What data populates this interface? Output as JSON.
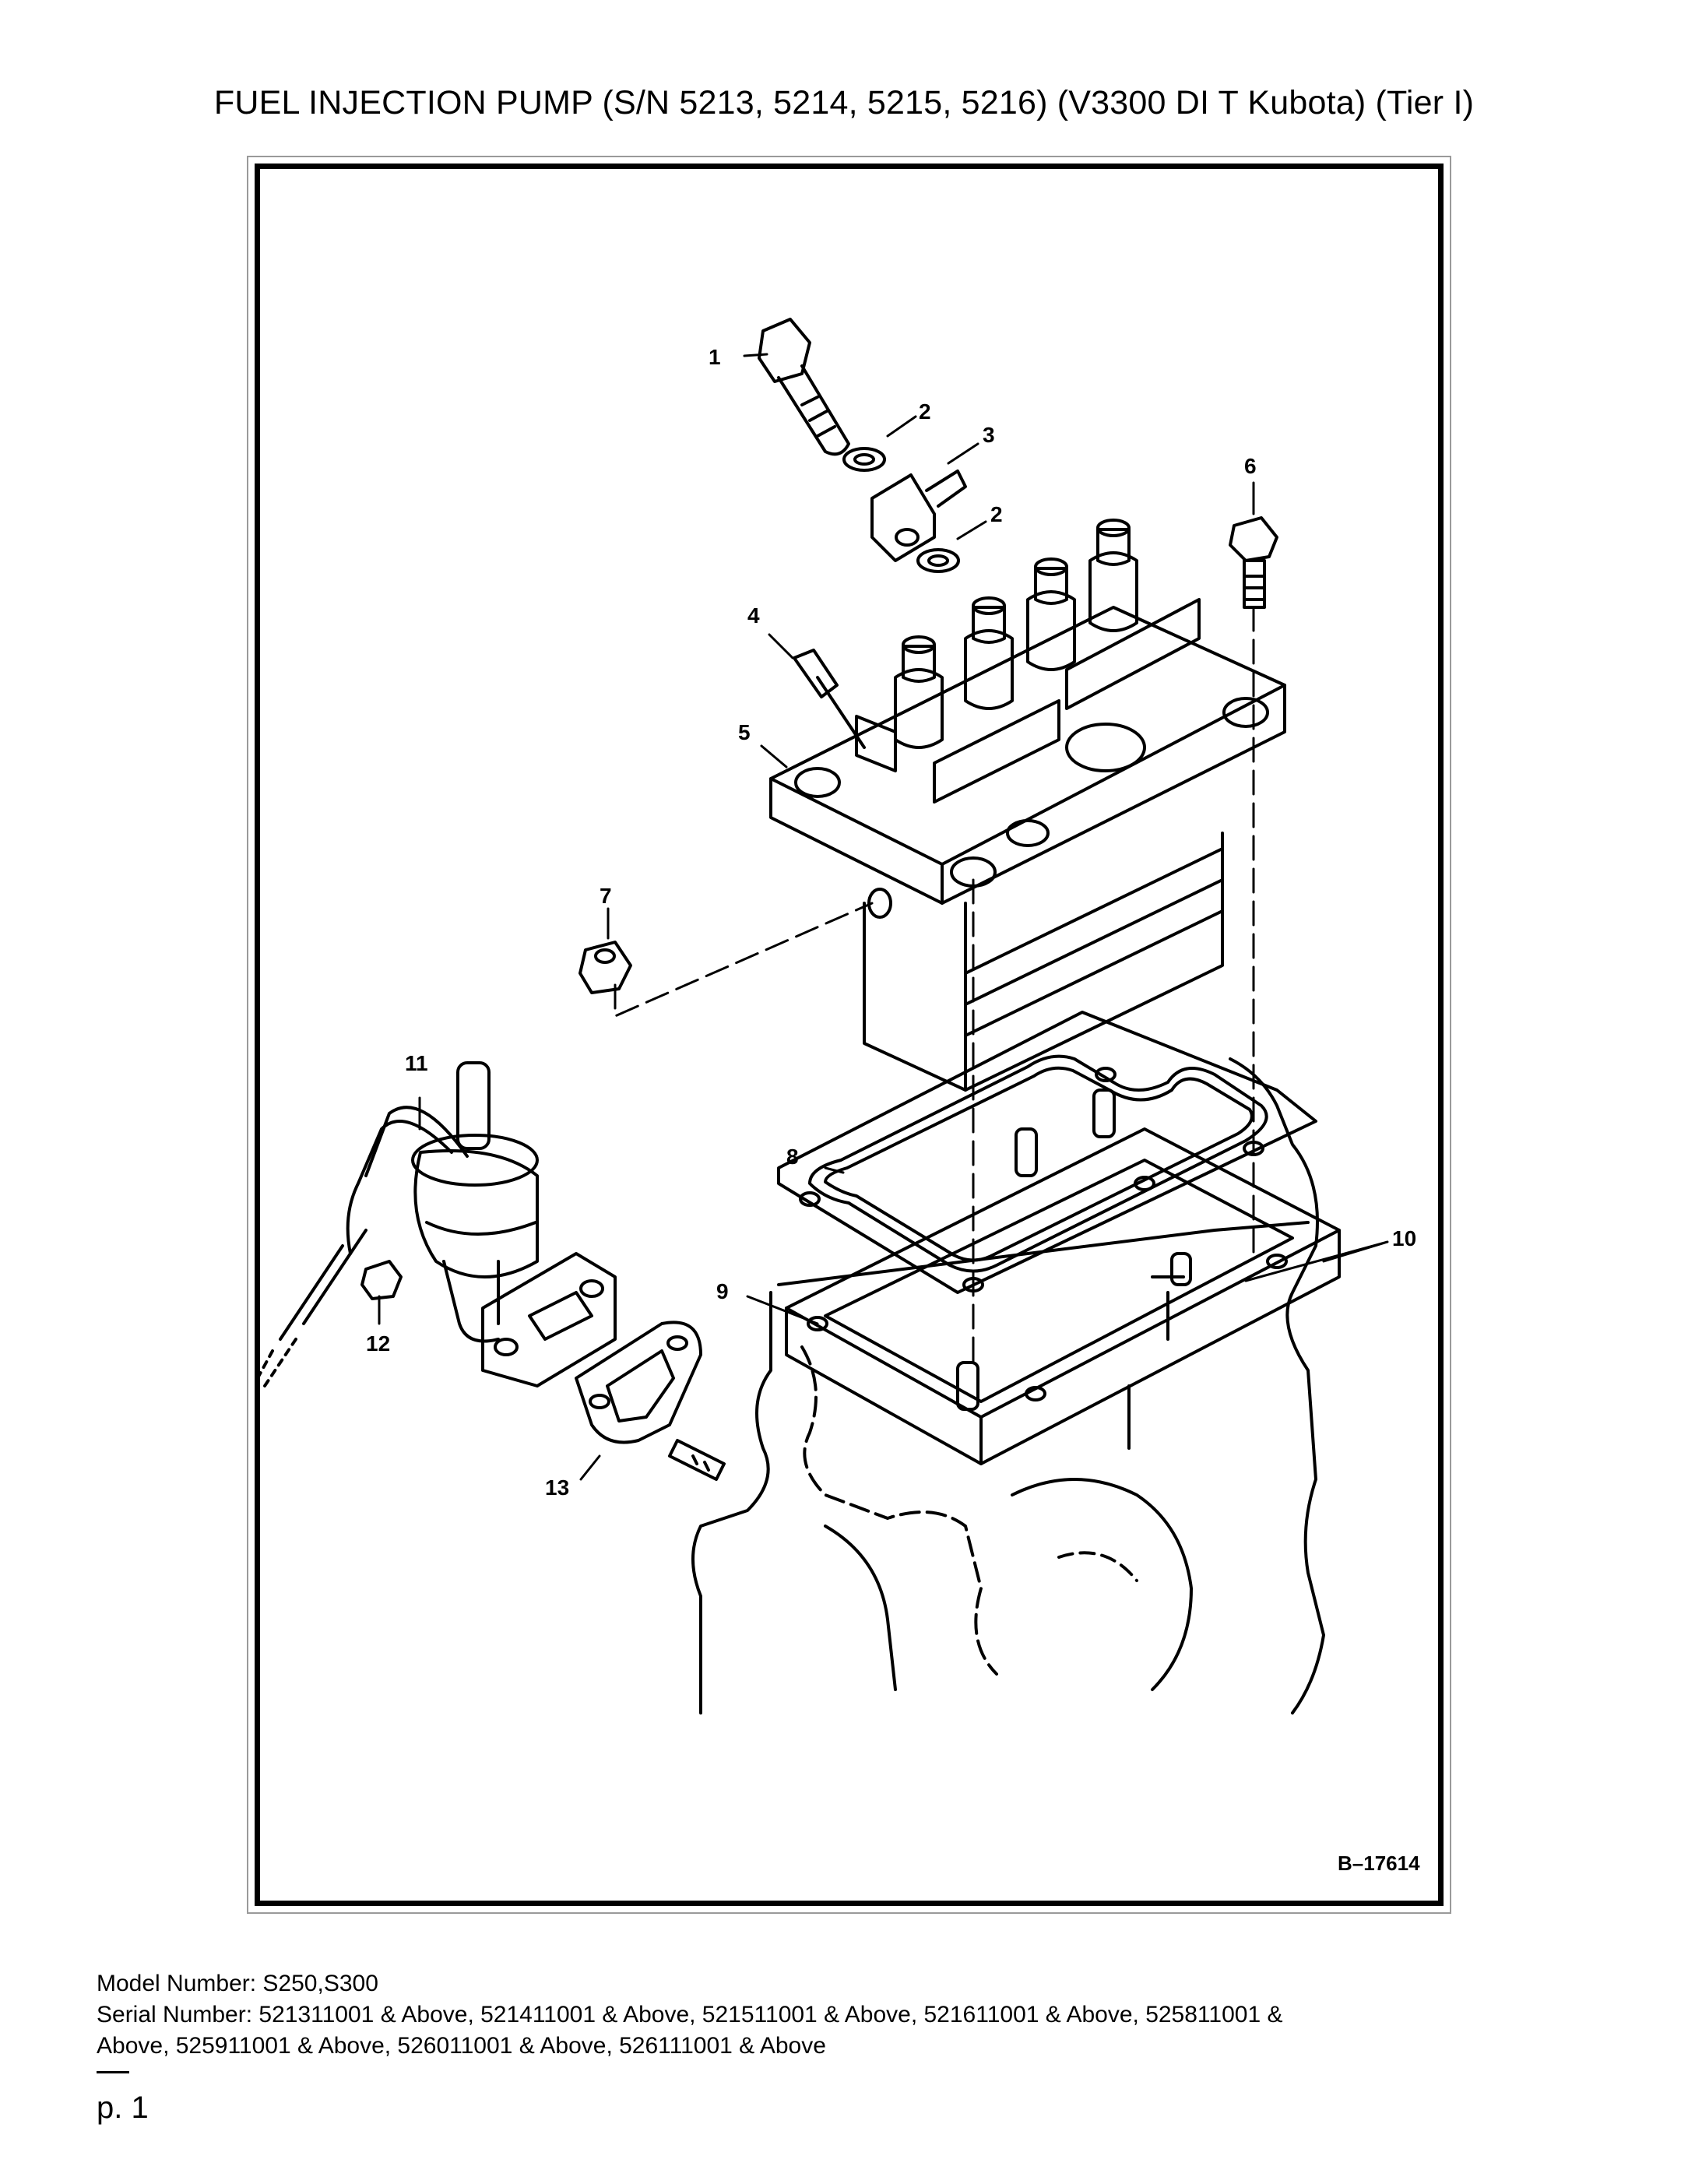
{
  "title": "FUEL INJECTION PUMP (S/N 5213, 5214, 5215, 5216) (V3300 DI T Kubota) (Tier I)",
  "figure": {
    "id": "B–17614",
    "callouts": [
      "1",
      "2",
      "3",
      "2",
      "4",
      "5",
      "6",
      "7",
      "8",
      "9",
      "10",
      "11",
      "12",
      "13"
    ]
  },
  "footer": {
    "model_label": "Model Number:",
    "model_value": "S250,S300",
    "serial_label": "Serial Number:",
    "serial_line1": "521311001 & Above, 521411001 & Above, 521511001 & Above, 521611001 & Above, 525811001 &",
    "serial_line2": "Above, 525911001 & Above, 526011001 & Above, 526111001 & Above",
    "page": "p. 1"
  }
}
